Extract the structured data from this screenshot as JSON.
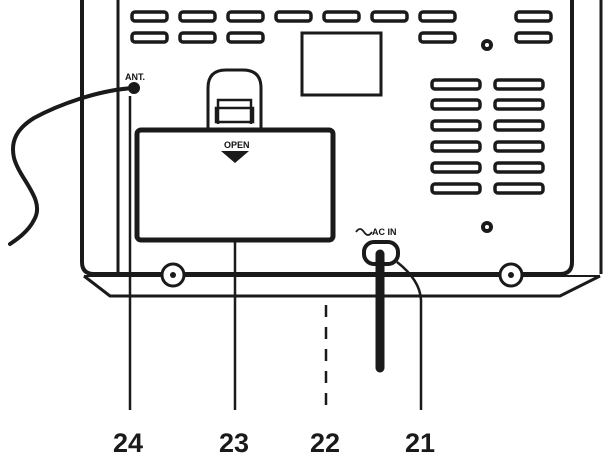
{
  "diagram": {
    "labels": {
      "antenna": "ANT.",
      "open": "OPEN",
      "ac_in": "AC IN"
    },
    "callouts": [
      {
        "number": "24"
      },
      {
        "number": "23"
      },
      {
        "number": "22"
      },
      {
        "number": "21"
      }
    ]
  }
}
